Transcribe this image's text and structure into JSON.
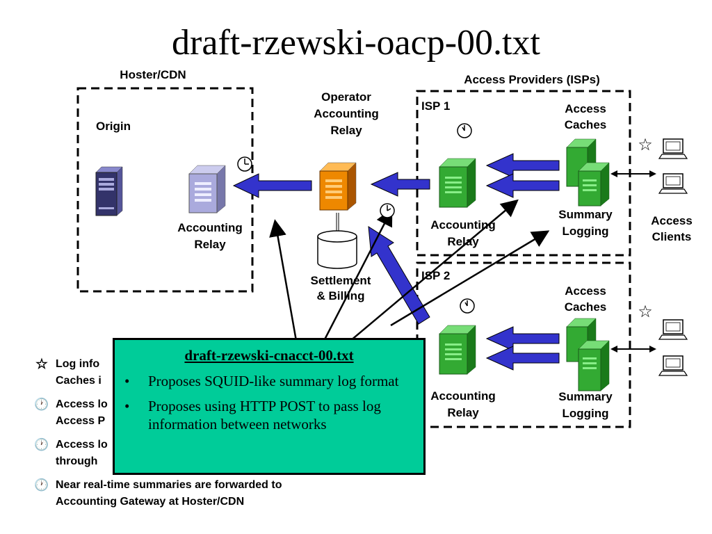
{
  "title": "draft-rzewski-oacp-00.txt",
  "hoster": {
    "group_label": "Hoster/CDN",
    "origin_label": "Origin",
    "relay_label_1": "Accounting",
    "relay_label_2": "Relay"
  },
  "operator": {
    "label_1": "Operator",
    "label_2": "Accounting",
    "label_3": "Relay",
    "db_label_1": "Settlement",
    "db_label_2": "& Billing"
  },
  "isps": {
    "group_label": "Access Providers (ISPs)",
    "isp1": {
      "label": "ISP 1",
      "caches_1": "Access",
      "caches_2": "Caches",
      "summary_1": "Summary",
      "summary_2": "Logging",
      "relay_1": "Accounting",
      "relay_2": "Relay"
    },
    "isp2": {
      "label": "ISP 2",
      "caches_1": "Access",
      "caches_2": "Caches",
      "summary_1": "Summary",
      "summary_2": "Logging",
      "relay_1": "Accounting",
      "relay_2": "Relay"
    }
  },
  "clients": {
    "label_1": "Access",
    "label_2": "Clients"
  },
  "legend": [
    {
      "icon": "star-icon",
      "symbol": "☆",
      "line1": "Log info",
      "line2": "Caches i"
    },
    {
      "icon": "clock-icon",
      "symbol": "🕐",
      "line1": "Access lo",
      "line2": "Access P"
    },
    {
      "icon": "clock-icon",
      "symbol": "🕐",
      "line1": "Access lo",
      "line2": "through"
    },
    {
      "icon": "clock-icon",
      "symbol": "🕐",
      "line1": "Near real-time summaries are forwarded to",
      "line2": "Accounting Gateway at Hoster/CDN"
    }
  ],
  "callout": {
    "title": "draft-rzewski-cnacct-00.txt",
    "bullet": "•",
    "items": [
      "Proposes SQUID-like summary log format",
      "Proposes using HTTP POST to pass log information between networks"
    ]
  },
  "colors": {
    "arrow_blue": "#3333cc",
    "server_green": "#33aa33",
    "server_orange": "#ee8800",
    "server_purple": "#9999cc",
    "callout_bg": "#00cc99"
  }
}
